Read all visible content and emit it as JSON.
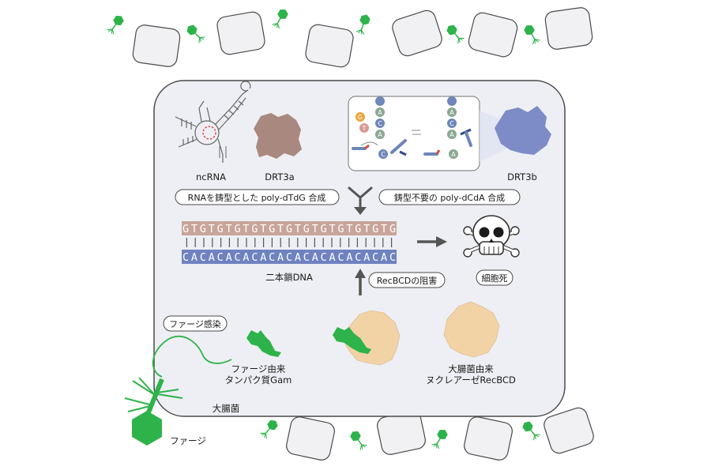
{
  "colors": {
    "phage_green": "#2db34a",
    "cell_fill": "#f1f1f4",
    "cell_stroke": "#4a4a4a",
    "panel_fill": "#eeeff4",
    "drt3a_brown": "#a9897f",
    "drt3b_blue": "#7d8cc6",
    "recbcd_tan": "#f1d3a6",
    "strand_top": "#c8a49a",
    "strand_bottom": "#6f82c0",
    "nucleotide_c": "#6f86b8",
    "nucleotide_a": "#8aa893",
    "nucleotide_g": "#e8a640",
    "nucleotide_t": "#d79a94"
  },
  "labels": {
    "ncrna": "ncRNA",
    "drt3a": "DRT3a",
    "drt3b": "DRT3b",
    "dsdna": "二本鎖DNA",
    "gam": [
      "ファージ由来",
      "タンパク質Gam"
    ],
    "recbcd": [
      "大腸菌由来",
      "ヌクレアーゼRecBCD"
    ],
    "ecoli": "大腸菌",
    "phage": "ファージ"
  },
  "pills": {
    "poly_dtdg": "RNAを鋳型とした poly-dTdG 合成",
    "poly_dcda": "鋳型不要の poly-dCdA 合成",
    "recbcd_block": "RecBCDの阻害",
    "cell_death": "細胞死",
    "infection": "ファージ感染"
  },
  "dna": {
    "top_strand": "GTGTGTGTGTGTGTGTGTGTGTGTG",
    "bottom_strand": "CACACACACACACACACACACACAC"
  },
  "inset_nucleotides": {
    "g": "G",
    "t": "T",
    "c": "C",
    "a": "A"
  }
}
